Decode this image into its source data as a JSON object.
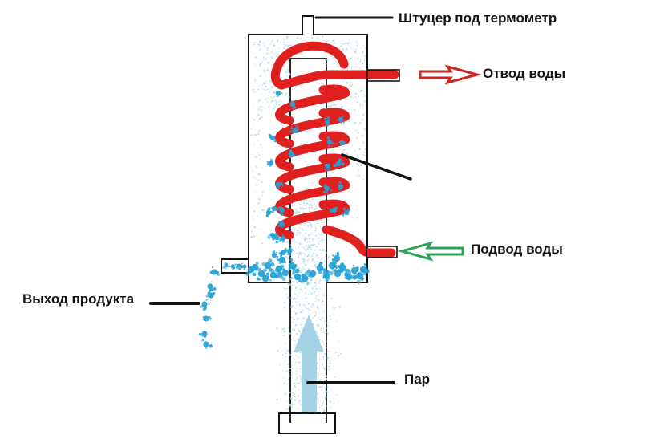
{
  "diagram": {
    "labels": {
      "thermometer_fitting": "Штуцер под термометр",
      "water_outlet": "Отвод воды",
      "water_inlet": "Подвод воды",
      "product_outlet": "Выход продукта",
      "steam": "Пар"
    },
    "icons": {
      "water_outlet_arrow": "arrow-right-icon",
      "water_inlet_arrow": "arrow-left-icon",
      "steam_flow_arrow": "arrow-up-icon"
    },
    "colors": {
      "coil_red": "#e01f1f",
      "outlet_arrow_red": "#cc2522",
      "inlet_arrow_green": "#2ca258",
      "droplet_blue": "#25a2d6",
      "speckle_blue": "#b4d9e8",
      "steam_blue": "#a6d2e6",
      "line_black": "#121212",
      "background": "#ffffff"
    }
  }
}
